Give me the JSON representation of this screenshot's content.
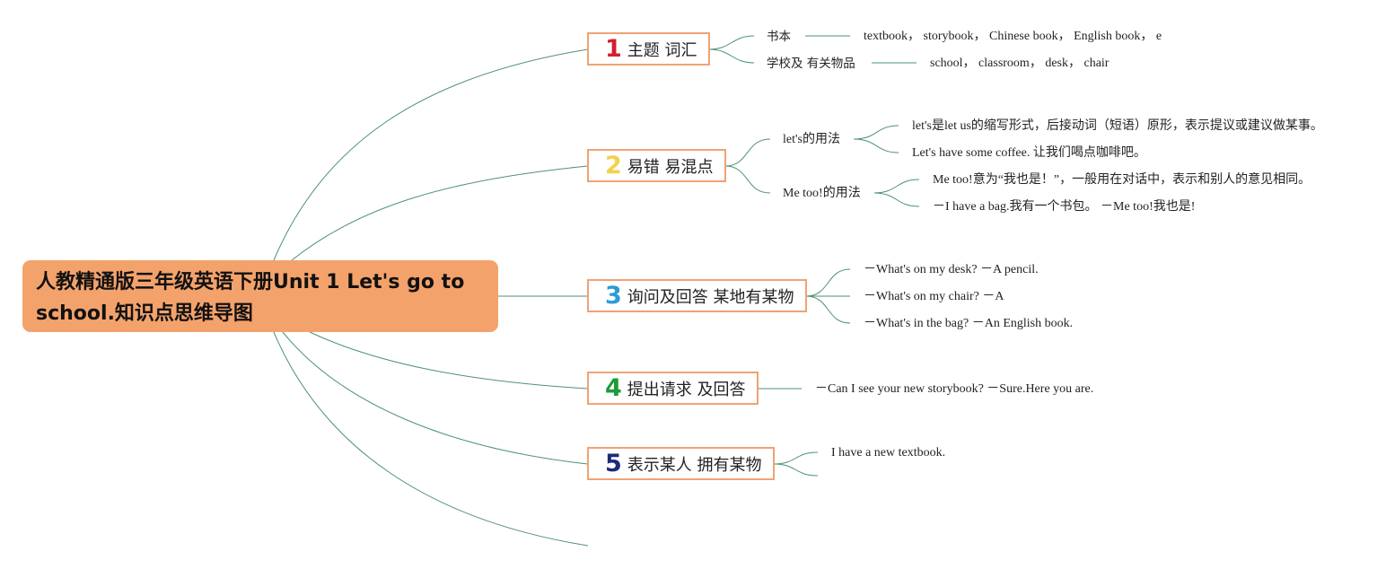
{
  "root": {
    "title": "人教精通版三年级英语下册Unit 1 Let's go to school.知识点思维导图"
  },
  "branches": [
    {
      "num": "1",
      "num_color": "#d0202e",
      "title": "主题 词汇"
    },
    {
      "num": "2",
      "num_color": "#f2d24a",
      "title": "易错 易混点"
    },
    {
      "num": "3",
      "num_color": "#2b9bd6",
      "title": "询问及回答 某地有某物"
    },
    {
      "num": "4",
      "num_color": "#1f9a3b",
      "title": "提出请求 及回答"
    },
    {
      "num": "5",
      "num_color": "#1d2a7a",
      "title": "表示某人 拥有某物"
    }
  ],
  "b1": {
    "sub1": "书本",
    "sub1_detail": "textbook， storybook， Chinese book， English book， e",
    "sub2": "学校及 有关物品",
    "sub2_detail": "school， classroom， desk， chair"
  },
  "b2": {
    "sub1": "let's的用法",
    "sub1_d1": "let's是let us的缩写形式，后接动词（短语）原形，表示提议或建议做某事。",
    "sub1_d2": "Let's have some coffee. 让我们喝点咖啡吧。",
    "sub2": "Me too!的用法",
    "sub2_d1": "Me too!意为“我也是！”，一般用在对话中，表示和别人的意见相同。",
    "sub2_d2": "－I have a bag.我有一个书包。 －Me too!我也是!"
  },
  "b3": {
    "l1": "－What's on my desk? －A pencil.",
    "l2": "－What's on my chair? －A",
    "l3": "－What's in the bag? －An English book."
  },
  "b4": {
    "l1": "－Can I see your new storybook? －Sure.Here you are."
  },
  "b5": {
    "l1": "I have a new textbook."
  },
  "colors": {
    "root_bg": "#f4a26b",
    "branch_border": "#f0a274",
    "link": "#4e9173"
  }
}
